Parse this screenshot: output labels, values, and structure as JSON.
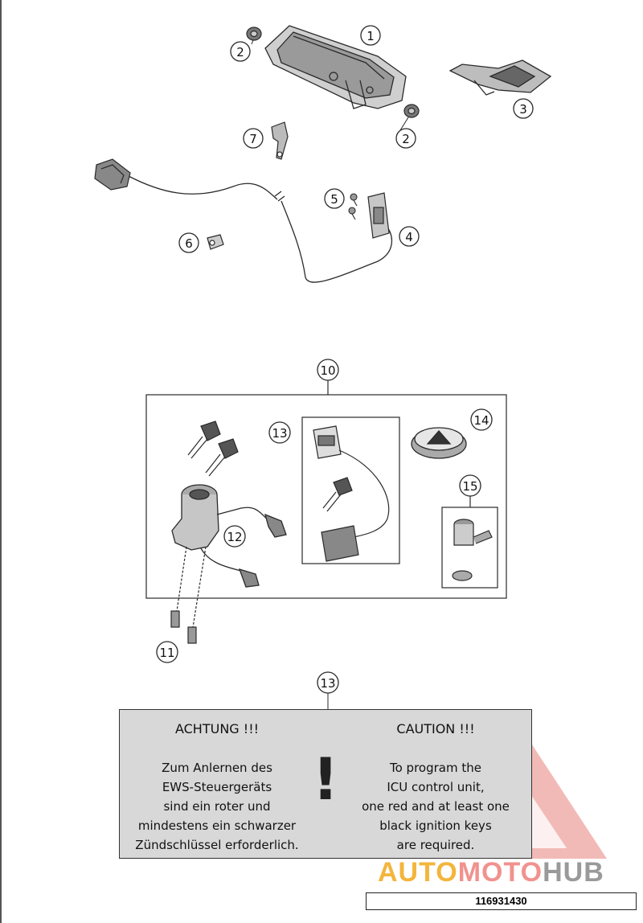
{
  "callouts": [
    "1",
    "2",
    "2",
    "3",
    "4",
    "5",
    "6",
    "7",
    "10",
    "11",
    "12",
    "13",
    "14",
    "15",
    "13"
  ],
  "warning": {
    "de_heading": "ACHTUNG !!!",
    "de_lines": [
      "Zum Anlernen des",
      "EWS-Steuergeräts",
      "sind ein roter und",
      "mindestens ein schwarzer",
      "Zündschlüssel erforderlich."
    ],
    "symbol": "!",
    "en_heading": "CAUTION !!!",
    "en_lines": [
      "To program the",
      "ICU control unit,",
      "one red and at least one",
      "black ignition keys",
      "are required."
    ]
  },
  "logo": {
    "part1": "AUTO",
    "part2": "MOTO",
    "part3": "HUB"
  },
  "part_number": "116931430",
  "colors": {
    "line": "#2a2a2a",
    "panel": "#d8d8d8",
    "watermark": "#e8827e",
    "logo_yellow": "#f3b53b",
    "logo_gray": "#9a9a9a"
  }
}
